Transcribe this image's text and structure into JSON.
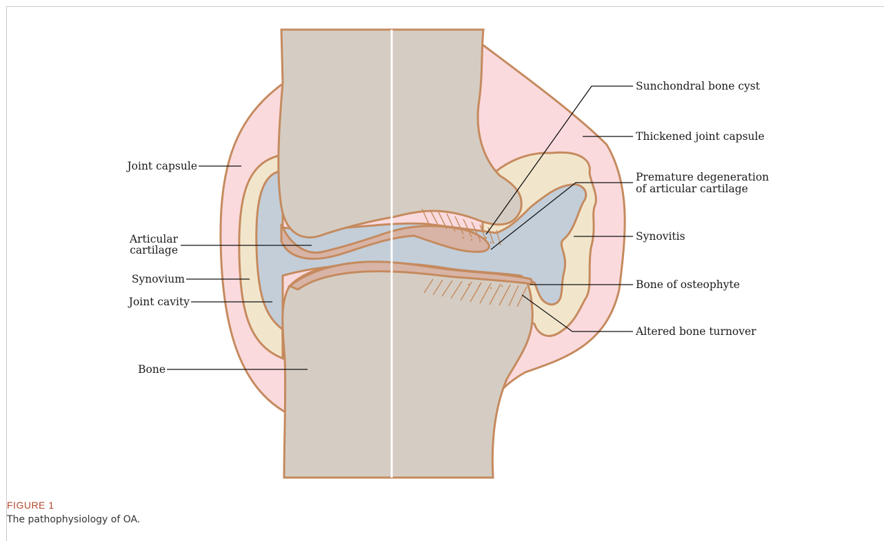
{
  "figure": {
    "label": "FIGURE 1",
    "caption": "The pathophysiology of OA.",
    "label_color": "#b5472c",
    "caption_color": "#333333"
  },
  "colors": {
    "bone": "#d5cdc3",
    "outline": "#c58a5e",
    "capsule": "#fadadd",
    "synovium": "#f1e6cc",
    "cavity": "#c3ced9",
    "cartilage": "#d8b4a6",
    "divider": "#ffffff"
  },
  "labels": {
    "left": {
      "joint_capsule": "Joint capsule",
      "articular_cartilage_1": "Articular",
      "articular_cartilage_2": "cartilage",
      "synovium": "Synovium",
      "joint_cavity": "Joint cavity",
      "bone": "Bone"
    },
    "right": {
      "subchondral_cyst": "Sunchondral bone cyst",
      "thickened_capsule": "Thickened joint capsule",
      "premature_degeneration_1": "Premature degeneration",
      "premature_degeneration_2": "of articular cartilage",
      "synovitis": "Synovitis",
      "osteophyte": "Bone of osteophyte",
      "bone_turnover": "Altered bone turnover"
    }
  }
}
